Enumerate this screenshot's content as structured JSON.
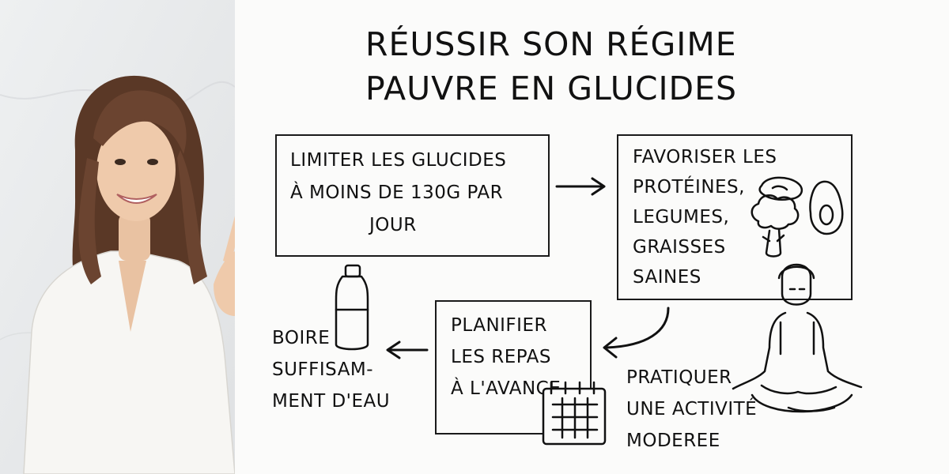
{
  "title": {
    "line1": "Réussir son régime",
    "line2": "pauvre en glucides"
  },
  "steps": {
    "limit": {
      "lines": [
        "Limiter les glucides",
        "à moins de 130g par",
        "jour"
      ],
      "icon": "none"
    },
    "favor": {
      "lines": [
        "Favoriser les",
        "protéines,",
        "legumes,",
        "graisses",
        "saines"
      ],
      "icons": [
        "meat-icon",
        "broccoli-icon",
        "avocado-icon"
      ]
    },
    "plan": {
      "lines": [
        "Planifier",
        "les repas",
        "à l'avance"
      ],
      "icons": [
        "calendar-icon"
      ]
    },
    "activity": {
      "lines": [
        "Pratiquer",
        "une activité",
        "moderee"
      ],
      "icons": [
        "meditating-person-icon"
      ]
    },
    "water": {
      "lines": [
        "Boire",
        "suffisam-",
        "ment d'eau"
      ],
      "icons": [
        "water-bottle-icon"
      ]
    }
  },
  "photo": {
    "subject": "smiling-woman-victory-gesture",
    "background_color": "#e8e9ea"
  },
  "colors": {
    "ink": "#111111",
    "paper": "#fbfbfa"
  }
}
